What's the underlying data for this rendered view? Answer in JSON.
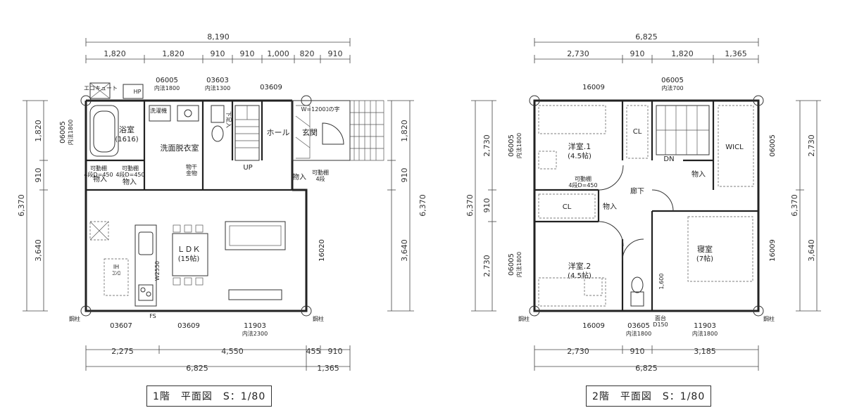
{
  "floor1": {
    "title": "1階　平面図　S：1/80",
    "dims_top_total": "8,190",
    "dims_top": [
      "1,820",
      "1,820",
      "910",
      "910",
      "1,000",
      "820",
      "910"
    ],
    "dims_bottom_row1": [
      "2,275",
      "4,550",
      "455",
      "910"
    ],
    "dims_bottom_row2": [
      "6,825",
      "1,365"
    ],
    "dims_left": [
      "1,820",
      "910",
      "3,640"
    ],
    "dims_left_total": "6,370",
    "dims_right": [
      "1,820",
      "910",
      "3,640"
    ],
    "dims_right_total": "6,370",
    "rooms": {
      "bath": "浴室",
      "bath_size": "(1616)",
      "washroom": "洗面脱衣室",
      "hall": "ホール",
      "entrance": "玄関",
      "ldk": "ＬＤＫ",
      "ldk_size": "(15帖)",
      "storage1": "物入",
      "storage2": "物入",
      "storage3": "物入",
      "up": "UP"
    },
    "notes": {
      "shelf1": "可動棚\n4段D=450",
      "shelf2": "可動棚\n4段D=450",
      "shelf3": "可動棚\n4段",
      "shoe": "W=1200ｺの字",
      "sink_kitchen": "W2550",
      "ih": "IH\nｺﾝﾛ",
      "fs": "FS",
      "washing": "洗濯機",
      "aircon": "エコキュート",
      "hp": "HP",
      "window_storage": "物干\n金物",
      "stairs_label": "下足入"
    },
    "windows": {
      "w_top_left": "06005",
      "w_top_left_sub": "内法1800",
      "w_top_mid": "03603",
      "w_top_mid_sub": "内法1300",
      "w_top_right": "03609",
      "w_left": "06005",
      "w_left_sub": "内法1800",
      "w_right": "16020",
      "w_bottom1": "03607",
      "w_bottom2": "03609",
      "w_bottom3": "11903",
      "w_bottom3_sub": "内法2300"
    },
    "corner_label": "鋼柱"
  },
  "floor2": {
    "title": "2階　平面図　S：1/80",
    "dims_top_total": "6,825",
    "dims_top": [
      "2,730",
      "910",
      "1,820",
      "1,365"
    ],
    "dims_bottom_row1": [
      "2,730",
      "910",
      "3,185"
    ],
    "dims_bottom_row2": [
      "6,825"
    ],
    "dims_left": [
      "2,730",
      "910",
      "2,730"
    ],
    "dims_left_total": "6,370",
    "dims_right": [
      "2,730",
      "3,640"
    ],
    "dims_right_total": "6,370",
    "rooms": {
      "western1": "洋室.1",
      "western1_size": "(4.5帖)",
      "western2": "洋室.2",
      "western2_size": "(4.5帖)",
      "bedroom": "寝室",
      "bedroom_size": "(7帖)",
      "corridor": "廊下",
      "wicl": "WICL",
      "cl1": "CL",
      "cl2": "CL",
      "storage1": "物入",
      "storage2": "物入",
      "dn": "DN"
    },
    "notes": {
      "shelf": "可動棚\n4段D=450",
      "toilet_note": "1,600",
      "basin": "面台\nD150"
    },
    "windows": {
      "w_top_left": "16009",
      "w_top_mid": "06005",
      "w_top_mid_sub": "内法700",
      "w_left_top": "06005",
      "w_left_top_sub": "内法1800",
      "w_left_bottom": "06005",
      "w_left_bottom_sub": "内法1800",
      "w_right_top": "06005",
      "w_right_bottom": "16009",
      "w_bottom1": "16009",
      "w_bottom2": "03605",
      "w_bottom2_sub": "内法1800",
      "w_bottom3": "11903",
      "w_bottom3_sub": "内法1800"
    },
    "corner_label": "鋼柱"
  }
}
